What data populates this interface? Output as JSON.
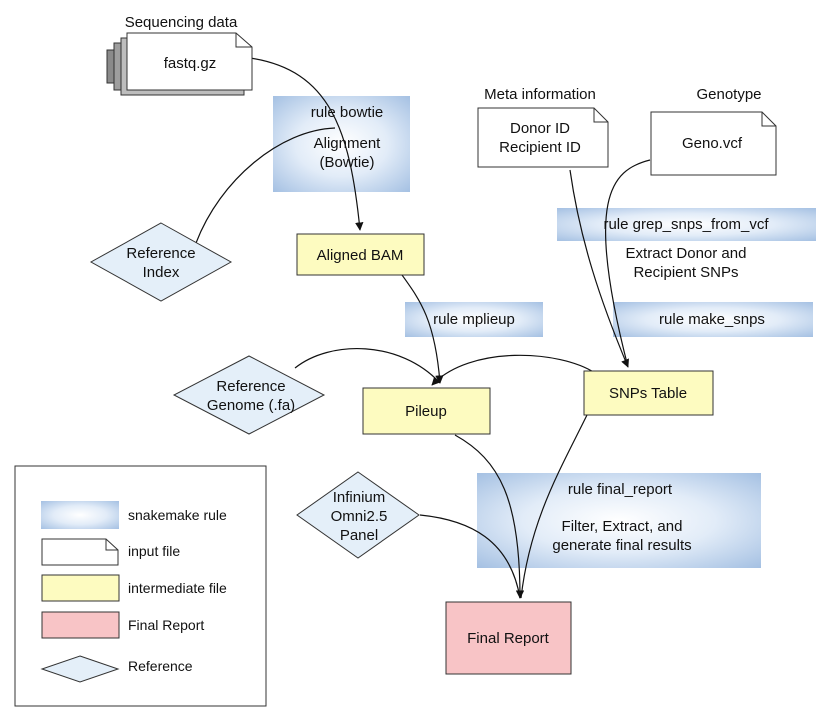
{
  "labels": {
    "sequencing_data": "Sequencing data",
    "meta_information": "Meta information",
    "genotype": "Genotype"
  },
  "inputs": {
    "fastq": "fastq.gz",
    "donor_id": "Donor ID",
    "recipient_id": "Recipient ID",
    "geno_vcf": "Geno.vcf"
  },
  "rules": {
    "bowtie_name": "rule bowtie",
    "bowtie_desc_1": "Alignment",
    "bowtie_desc_2": "(Bowtie)",
    "grep_name": "rule grep_snps_from_vcf",
    "grep_desc_1": "Extract Donor and",
    "grep_desc_2": "Recipient SNPs",
    "mplieup": "rule mplieup",
    "make_snps": "rule make_snps",
    "final_name": "rule final_report",
    "final_desc_1": "Filter, Extract, and",
    "final_desc_2": "generate final results"
  },
  "references": {
    "index_1": "Reference",
    "index_2": "Index",
    "genome_1": "Reference",
    "genome_2": "Genome (.fa)",
    "infinium_1": "Infinium",
    "infinium_2": "Omni2.5",
    "infinium_3": "Panel"
  },
  "intermediates": {
    "aligned_bam": "Aligned BAM",
    "pileup": "Pileup",
    "snps_table": "SNPs Table"
  },
  "final": {
    "report": "Final Report"
  },
  "legend": {
    "rule": "snakemake rule",
    "input": "input file",
    "intermediate": "intermediate file",
    "final": "Final Report",
    "reference": "Reference"
  },
  "colors": {
    "rule_center": "#ffffff",
    "rule_edge": "#9dbbe0",
    "intermediate_fill": "#fdfbc0",
    "final_fill": "#f8c4c6",
    "reference_fill": "#e4eff9",
    "stroke": "#333333"
  }
}
